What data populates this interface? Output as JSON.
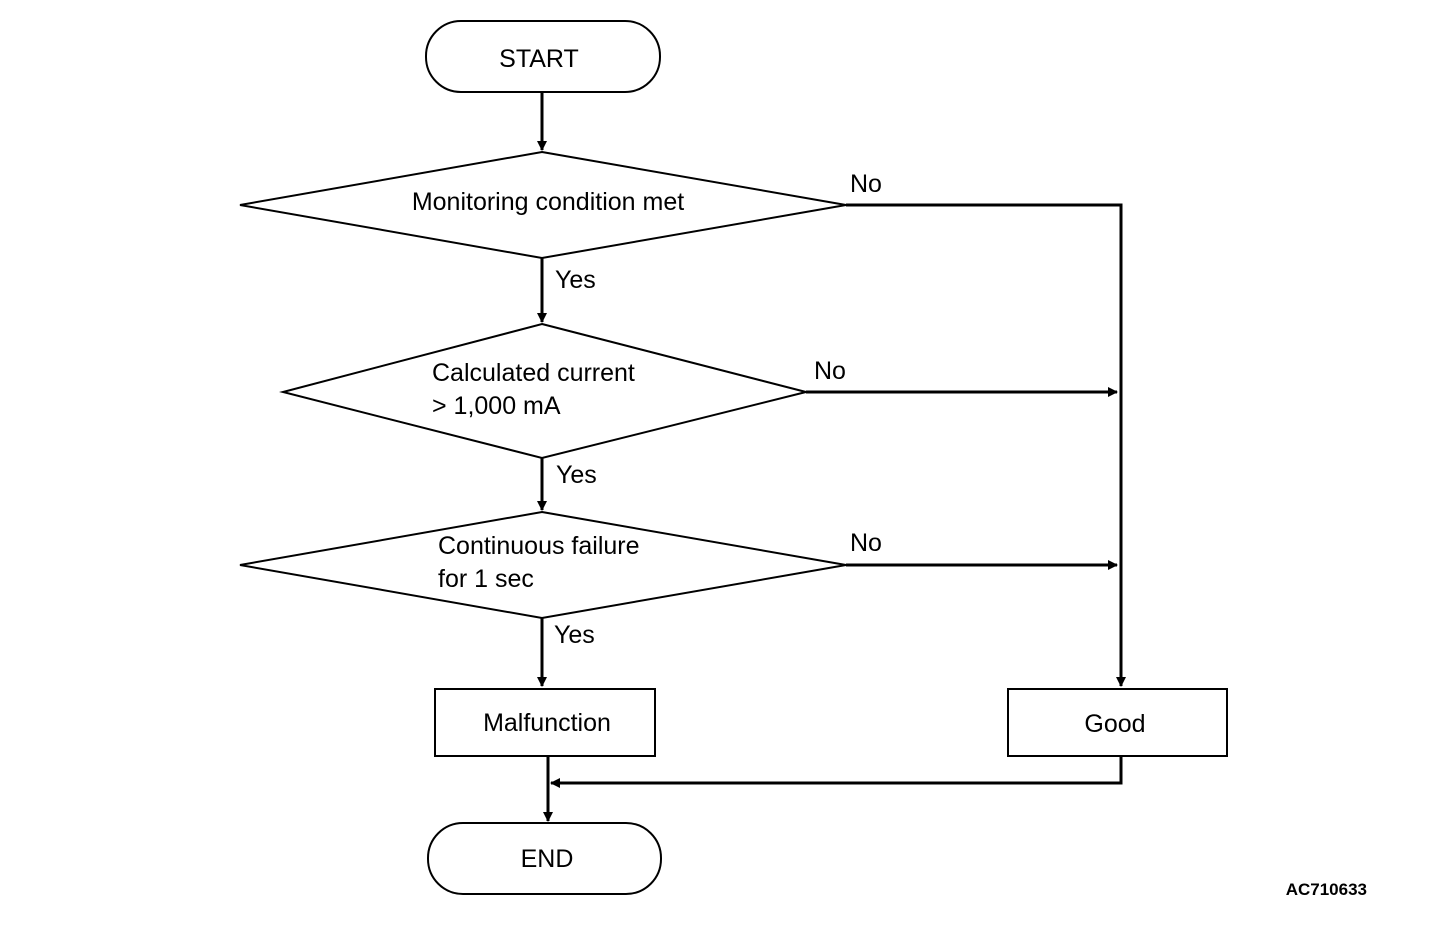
{
  "flowchart": {
    "nodes": {
      "start": {
        "type": "terminal",
        "label": "START"
      },
      "monitoring": {
        "type": "decision",
        "lines": [
          "Monitoring condition met"
        ]
      },
      "current": {
        "type": "decision",
        "lines": [
          "Calculated current",
          "> 1,000 mA"
        ]
      },
      "continuous": {
        "type": "decision",
        "lines": [
          "Continuous failure",
          "for 1 sec"
        ]
      },
      "malfunction": {
        "type": "process",
        "label": "Malfunction"
      },
      "good": {
        "type": "process",
        "label": "Good"
      },
      "end": {
        "type": "terminal",
        "label": "END"
      }
    },
    "branches": {
      "monitoring_no": "No",
      "monitoring_yes": "Yes",
      "current_no": "No",
      "current_yes": "Yes",
      "continuous_no": "No",
      "continuous_yes": "Yes"
    },
    "edges": [
      {
        "from": "start",
        "to": "monitoring"
      },
      {
        "from": "monitoring",
        "to": "current",
        "label": "Yes"
      },
      {
        "from": "monitoring",
        "to": "good",
        "label": "No"
      },
      {
        "from": "current",
        "to": "continuous",
        "label": "Yes"
      },
      {
        "from": "current",
        "to": "good",
        "label": "No"
      },
      {
        "from": "continuous",
        "to": "malfunction",
        "label": "Yes"
      },
      {
        "from": "continuous",
        "to": "good",
        "label": "No"
      },
      {
        "from": "malfunction",
        "to": "end"
      },
      {
        "from": "good",
        "to": "end"
      }
    ],
    "figure_id": "AC710633",
    "colors": {
      "line": "#000000",
      "fill": "#ffffff"
    }
  }
}
